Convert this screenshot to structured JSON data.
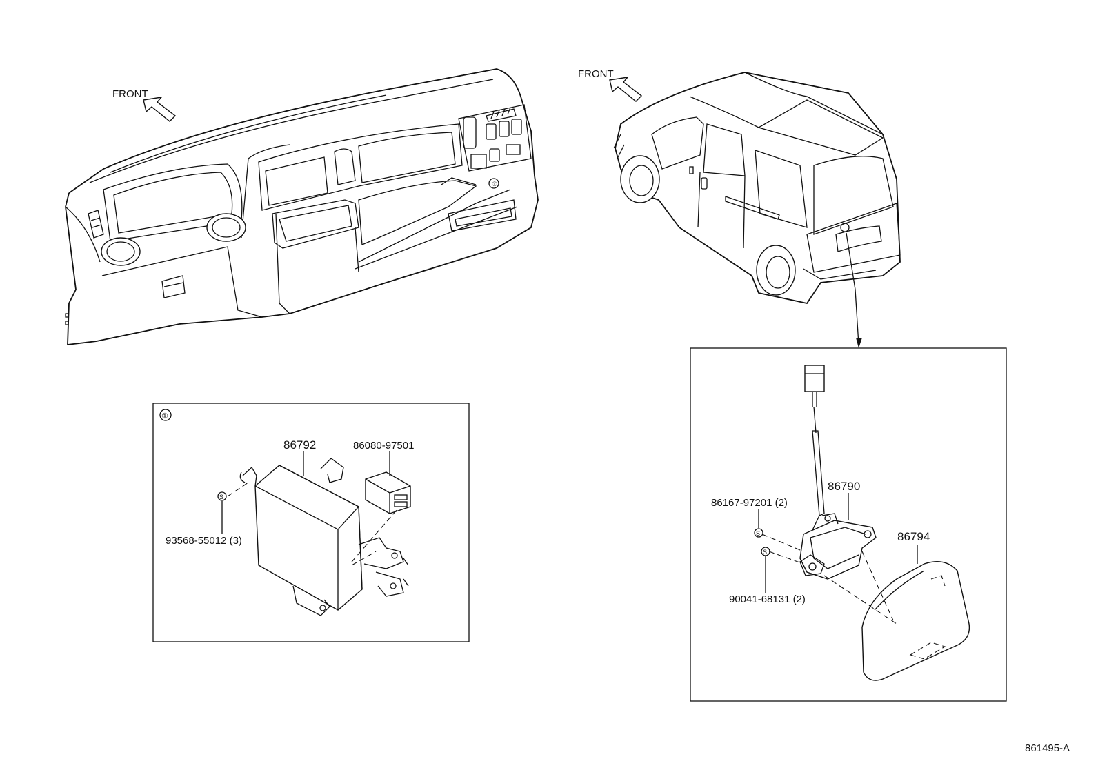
{
  "diagram": {
    "front_label_dashboard": "FRONT",
    "front_label_vehicle": "FRONT",
    "inset_left_marker": "①",
    "dashboard_marker": "①",
    "parts": {
      "p86792": "86792",
      "p86080": "86080-97501",
      "p93568": "93568-55012 (3)",
      "p86790": "86790",
      "p86167": "86167-97201 (2)",
      "p90041": "90041-68131 (2)",
      "p86794": "86794"
    },
    "screw_symbol": "S",
    "diagram_id": "861495-A"
  }
}
